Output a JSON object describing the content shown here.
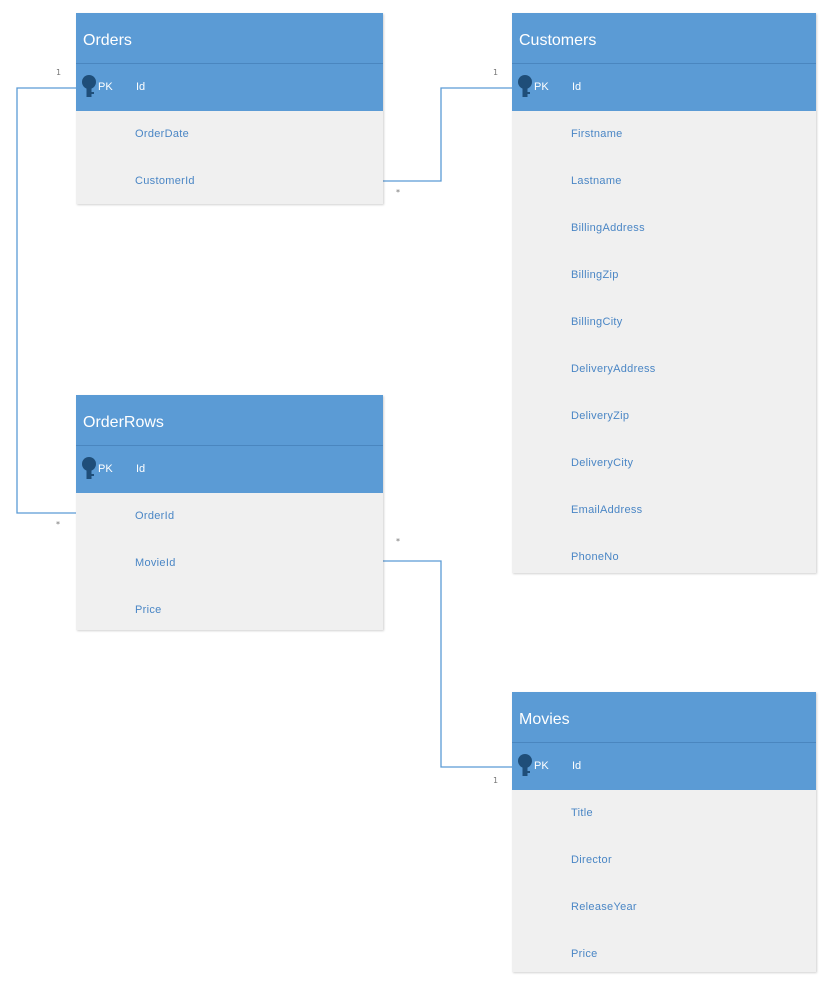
{
  "colors": {
    "header": "#5b9bd5",
    "field_text": "#4a86c5",
    "body": "#f0f0f0",
    "connector": "#5b9bd5",
    "key_icon": "#1f4e79"
  },
  "tables": {
    "orders": {
      "title": "Orders",
      "pk": {
        "label": "PK",
        "name": "Id"
      },
      "fields": [
        "OrderDate",
        "CustomerId"
      ]
    },
    "customers": {
      "title": "Customers",
      "pk": {
        "label": "PK",
        "name": "Id"
      },
      "fields": [
        "Firstname",
        "Lastname",
        "BillingAddress",
        "BillingZip",
        "BillingCity",
        "DeliveryAddress",
        "DeliveryZip",
        "DeliveryCity",
        "EmailAddress",
        "PhoneNo"
      ]
    },
    "orderrows": {
      "title": "OrderRows",
      "pk": {
        "label": "PK",
        "name": "Id"
      },
      "fields": [
        "OrderId",
        "MovieId",
        "Price"
      ]
    },
    "movies": {
      "title": "Movies",
      "pk": {
        "label": "PK",
        "name": "Id"
      },
      "fields": [
        "Title",
        "Director",
        "ReleaseYear",
        "Price"
      ]
    }
  },
  "relationships": [
    {
      "from": "orders.CustomerId",
      "to": "customers.Id",
      "from_card": "*",
      "to_card": "1"
    },
    {
      "from": "orderrows.OrderId",
      "to": "orders.Id",
      "from_card": "*",
      "to_card": "1"
    },
    {
      "from": "orderrows.MovieId",
      "to": "movies.Id",
      "from_card": "*",
      "to_card": "1"
    }
  ]
}
